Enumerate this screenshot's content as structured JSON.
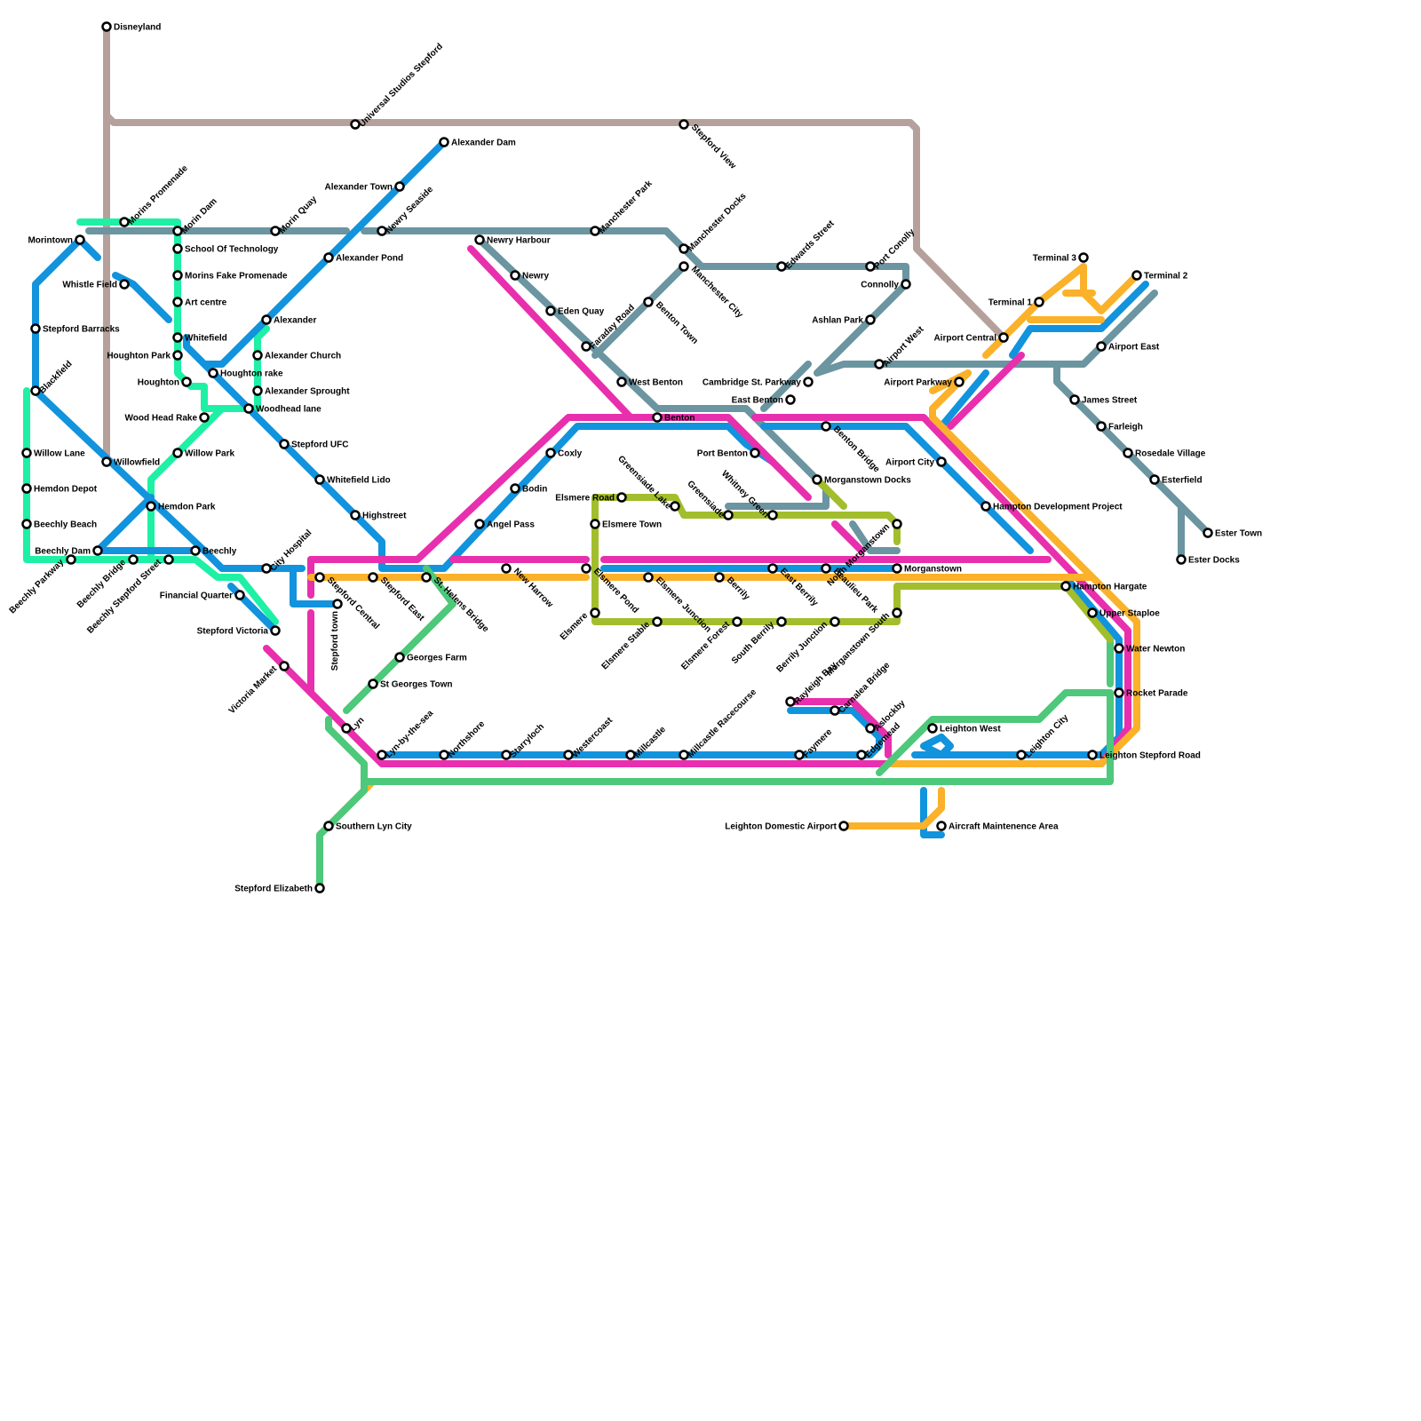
{
  "colors": {
    "brown": "#b5a09c",
    "teal": "#1ef0a5",
    "blue": "#1193dd",
    "grey": "#6b95a0",
    "magenta": "#e82fad",
    "orange": "#fbb129",
    "green": "#4ec87a",
    "olive": "#a2be2d"
  },
  "stations": [
    {
      "name": "Disneyland"
    },
    {
      "name": "Universal Studios Stepford"
    },
    {
      "name": "Stepford View"
    },
    {
      "name": "Morins Promenade"
    },
    {
      "name": "Morin Dam"
    },
    {
      "name": "Morin Quay"
    },
    {
      "name": "Morintown"
    },
    {
      "name": "School Of Technology"
    },
    {
      "name": "Morins Fake Promenade"
    },
    {
      "name": "Whistle Field"
    },
    {
      "name": "Art centre"
    },
    {
      "name": "Stepford Barracks"
    },
    {
      "name": "Whitefield"
    },
    {
      "name": "Houghton Park"
    },
    {
      "name": "Houghton"
    },
    {
      "name": "Houghton rake"
    },
    {
      "name": "Blackfield"
    },
    {
      "name": "Wood Head Rake"
    },
    {
      "name": "Willow Lane"
    },
    {
      "name": "Willowfield"
    },
    {
      "name": "Willow Park"
    },
    {
      "name": "Hemdon Depot"
    },
    {
      "name": "Hemdon Park"
    },
    {
      "name": "Beechly Beach"
    },
    {
      "name": "Beechly Dam"
    },
    {
      "name": "Beechly"
    },
    {
      "name": "Beechly Parkway"
    },
    {
      "name": "Beechly Bridge"
    },
    {
      "name": "Beechly Stepford Street"
    },
    {
      "name": "Financial Quarter"
    },
    {
      "name": "City Hospital"
    },
    {
      "name": "Stepford Victoria"
    },
    {
      "name": "Alexander Dam"
    },
    {
      "name": "Alexander Town"
    },
    {
      "name": "Newry Seaside"
    },
    {
      "name": "Alexander Pond"
    },
    {
      "name": "Alexander"
    },
    {
      "name": "Alexander Church"
    },
    {
      "name": "Alexander Sprought"
    },
    {
      "name": "Woodhead lane"
    },
    {
      "name": "Stepford UFC"
    },
    {
      "name": "Whitefield Lido"
    },
    {
      "name": "Highstreet"
    },
    {
      "name": "Stepford Central"
    },
    {
      "name": "Stepford town"
    },
    {
      "name": "Stepford East"
    },
    {
      "name": "Victoria Market"
    },
    {
      "name": "St. Helens Bridge"
    },
    {
      "name": "Georges Farm"
    },
    {
      "name": "St Georges Town"
    },
    {
      "name": "Lyn"
    },
    {
      "name": "Lyn-by-the-sea"
    },
    {
      "name": "Southern Lyn City"
    },
    {
      "name": "Stepford Elizabeth"
    },
    {
      "name": "Newry Harbour"
    },
    {
      "name": "Newry"
    },
    {
      "name": "Eden Quay"
    },
    {
      "name": "Manchester Park"
    },
    {
      "name": "Faraday Road"
    },
    {
      "name": "West Benton"
    },
    {
      "name": "Benton"
    },
    {
      "name": "Benton Town"
    },
    {
      "name": "Manchester Docks"
    },
    {
      "name": "Manchester City"
    },
    {
      "name": "Coxly"
    },
    {
      "name": "Bodin"
    },
    {
      "name": "Angel Pass"
    },
    {
      "name": "New Harrow"
    },
    {
      "name": "Elsmere Pond"
    },
    {
      "name": "Elsmere Road"
    },
    {
      "name": "Elsmere Town"
    },
    {
      "name": "Elsmere"
    },
    {
      "name": "Greensiade Lake"
    },
    {
      "name": "Elsmere Junction"
    },
    {
      "name": "Elsmere Stable"
    },
    {
      "name": "Berrily"
    },
    {
      "name": "Elsmere Forest"
    },
    {
      "name": "Port Benton"
    },
    {
      "name": "Whitney Green"
    },
    {
      "name": "Greensiade"
    },
    {
      "name": "South Berrily"
    },
    {
      "name": "East Berrily"
    },
    {
      "name": "Berrily Junction"
    },
    {
      "name": "Beaulieu Park"
    },
    {
      "name": "Edwards Street"
    },
    {
      "name": "Port Conolly"
    },
    {
      "name": "Connolly"
    },
    {
      "name": "Ashlan Park"
    },
    {
      "name": "Airport West"
    },
    {
      "name": "Cambridge St. Parkway"
    },
    {
      "name": "East Benton"
    },
    {
      "name": "Benton Bridge"
    },
    {
      "name": "Morganstown Docks"
    },
    {
      "name": "North Morganstown"
    },
    {
      "name": "Morganstown"
    },
    {
      "name": "Morganstown South"
    },
    {
      "name": "Rayleigh Bay"
    },
    {
      "name": "Carnalea Bridge"
    },
    {
      "name": "Northshore"
    },
    {
      "name": "Starryloch"
    },
    {
      "name": "Westercoast"
    },
    {
      "name": "Millcastle"
    },
    {
      "name": "Millcastle Racecourse"
    },
    {
      "name": "Faymere"
    },
    {
      "name": "Edgemead"
    },
    {
      "name": "Aslockby"
    },
    {
      "name": "Leighton West"
    },
    {
      "name": "Leighton City"
    },
    {
      "name": "Leighton Stepford Road"
    },
    {
      "name": "Leighton Domestic Airport"
    },
    {
      "name": "Aircraft Maintenence Area"
    },
    {
      "name": "Terminal 3"
    },
    {
      "name": "Terminal 2"
    },
    {
      "name": "Terminal 1"
    },
    {
      "name": "Airport Central"
    },
    {
      "name": "Airport East"
    },
    {
      "name": "Airport Parkway"
    },
    {
      "name": "James Street"
    },
    {
      "name": "Farleigh"
    },
    {
      "name": "Rosedale Village"
    },
    {
      "name": "Esterfield"
    },
    {
      "name": "Ester Town"
    },
    {
      "name": "Ester Docks"
    },
    {
      "name": "Airport City"
    },
    {
      "name": "Hampton Development Project"
    },
    {
      "name": "Hampton Hargate"
    },
    {
      "name": "Upper Staploe"
    },
    {
      "name": "Water Newton"
    },
    {
      "name": "Rocket Parade"
    }
  ]
}
